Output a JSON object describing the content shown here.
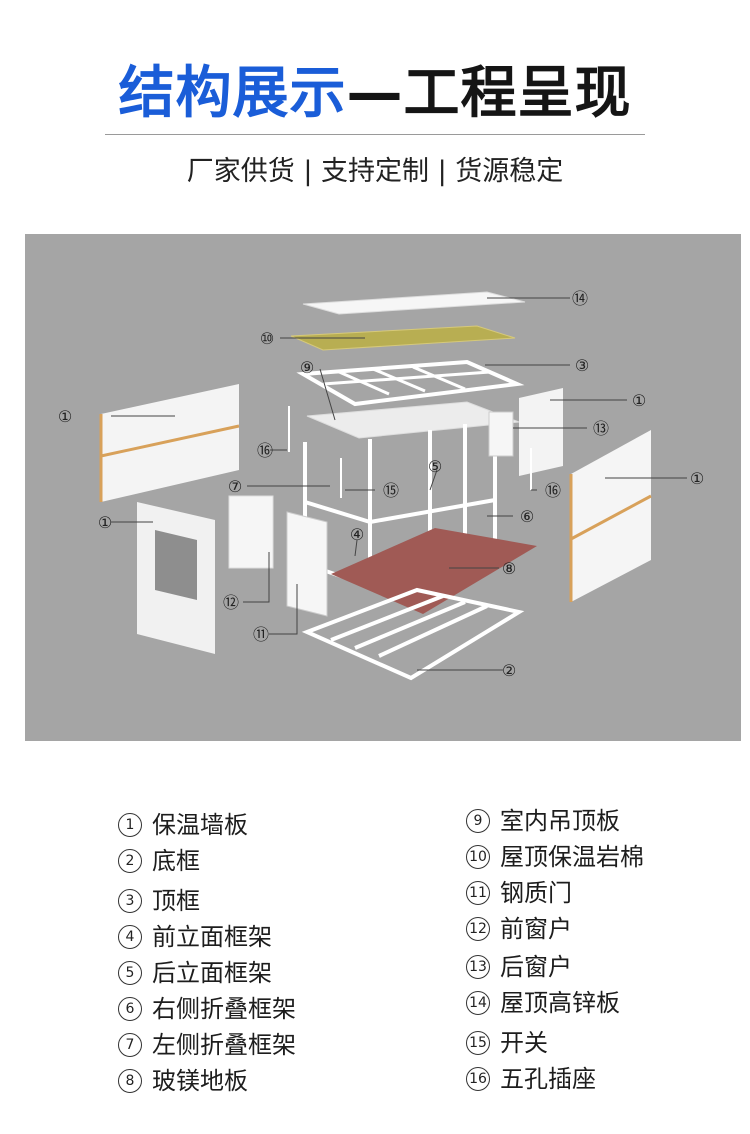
{
  "title": {
    "part1": "结构展示",
    "part2": "—工程呈现"
  },
  "subtitle": "厂家供货 | 支持定制 | 货源稳定",
  "callouts": [
    "⑭",
    "⑩",
    "⑨",
    "③",
    "①",
    "①",
    "⑬",
    "⑯",
    "⑤",
    "⑦",
    "⑮",
    "①",
    "①",
    "⑯",
    "⑥",
    "④",
    "⑧",
    "⑫",
    "⑪",
    "②"
  ],
  "legend": {
    "left": [
      {
        "num": "1",
        "label": "保温墙板"
      },
      {
        "num": "2",
        "label": "底框"
      },
      {
        "num": "3",
        "label": "顶框"
      },
      {
        "num": "4",
        "label": "前立面框架"
      },
      {
        "num": "5",
        "label": "后立面框架"
      },
      {
        "num": "6",
        "label": "右侧折叠框架"
      },
      {
        "num": "7",
        "label": "左侧折叠框架"
      },
      {
        "num": "8",
        "label": "玻镁地板"
      }
    ],
    "right": [
      {
        "num": "9",
        "label": "室内吊顶板"
      },
      {
        "num": "10",
        "label": "屋顶保温岩棉"
      },
      {
        "num": "11",
        "label": "钢质门"
      },
      {
        "num": "12",
        "label": "前窗户"
      },
      {
        "num": "13",
        "label": "后窗户"
      },
      {
        "num": "14",
        "label": "屋顶高锌板"
      },
      {
        "num": "15",
        "label": "开关"
      },
      {
        "num": "16",
        "label": "五孔插座"
      }
    ]
  }
}
